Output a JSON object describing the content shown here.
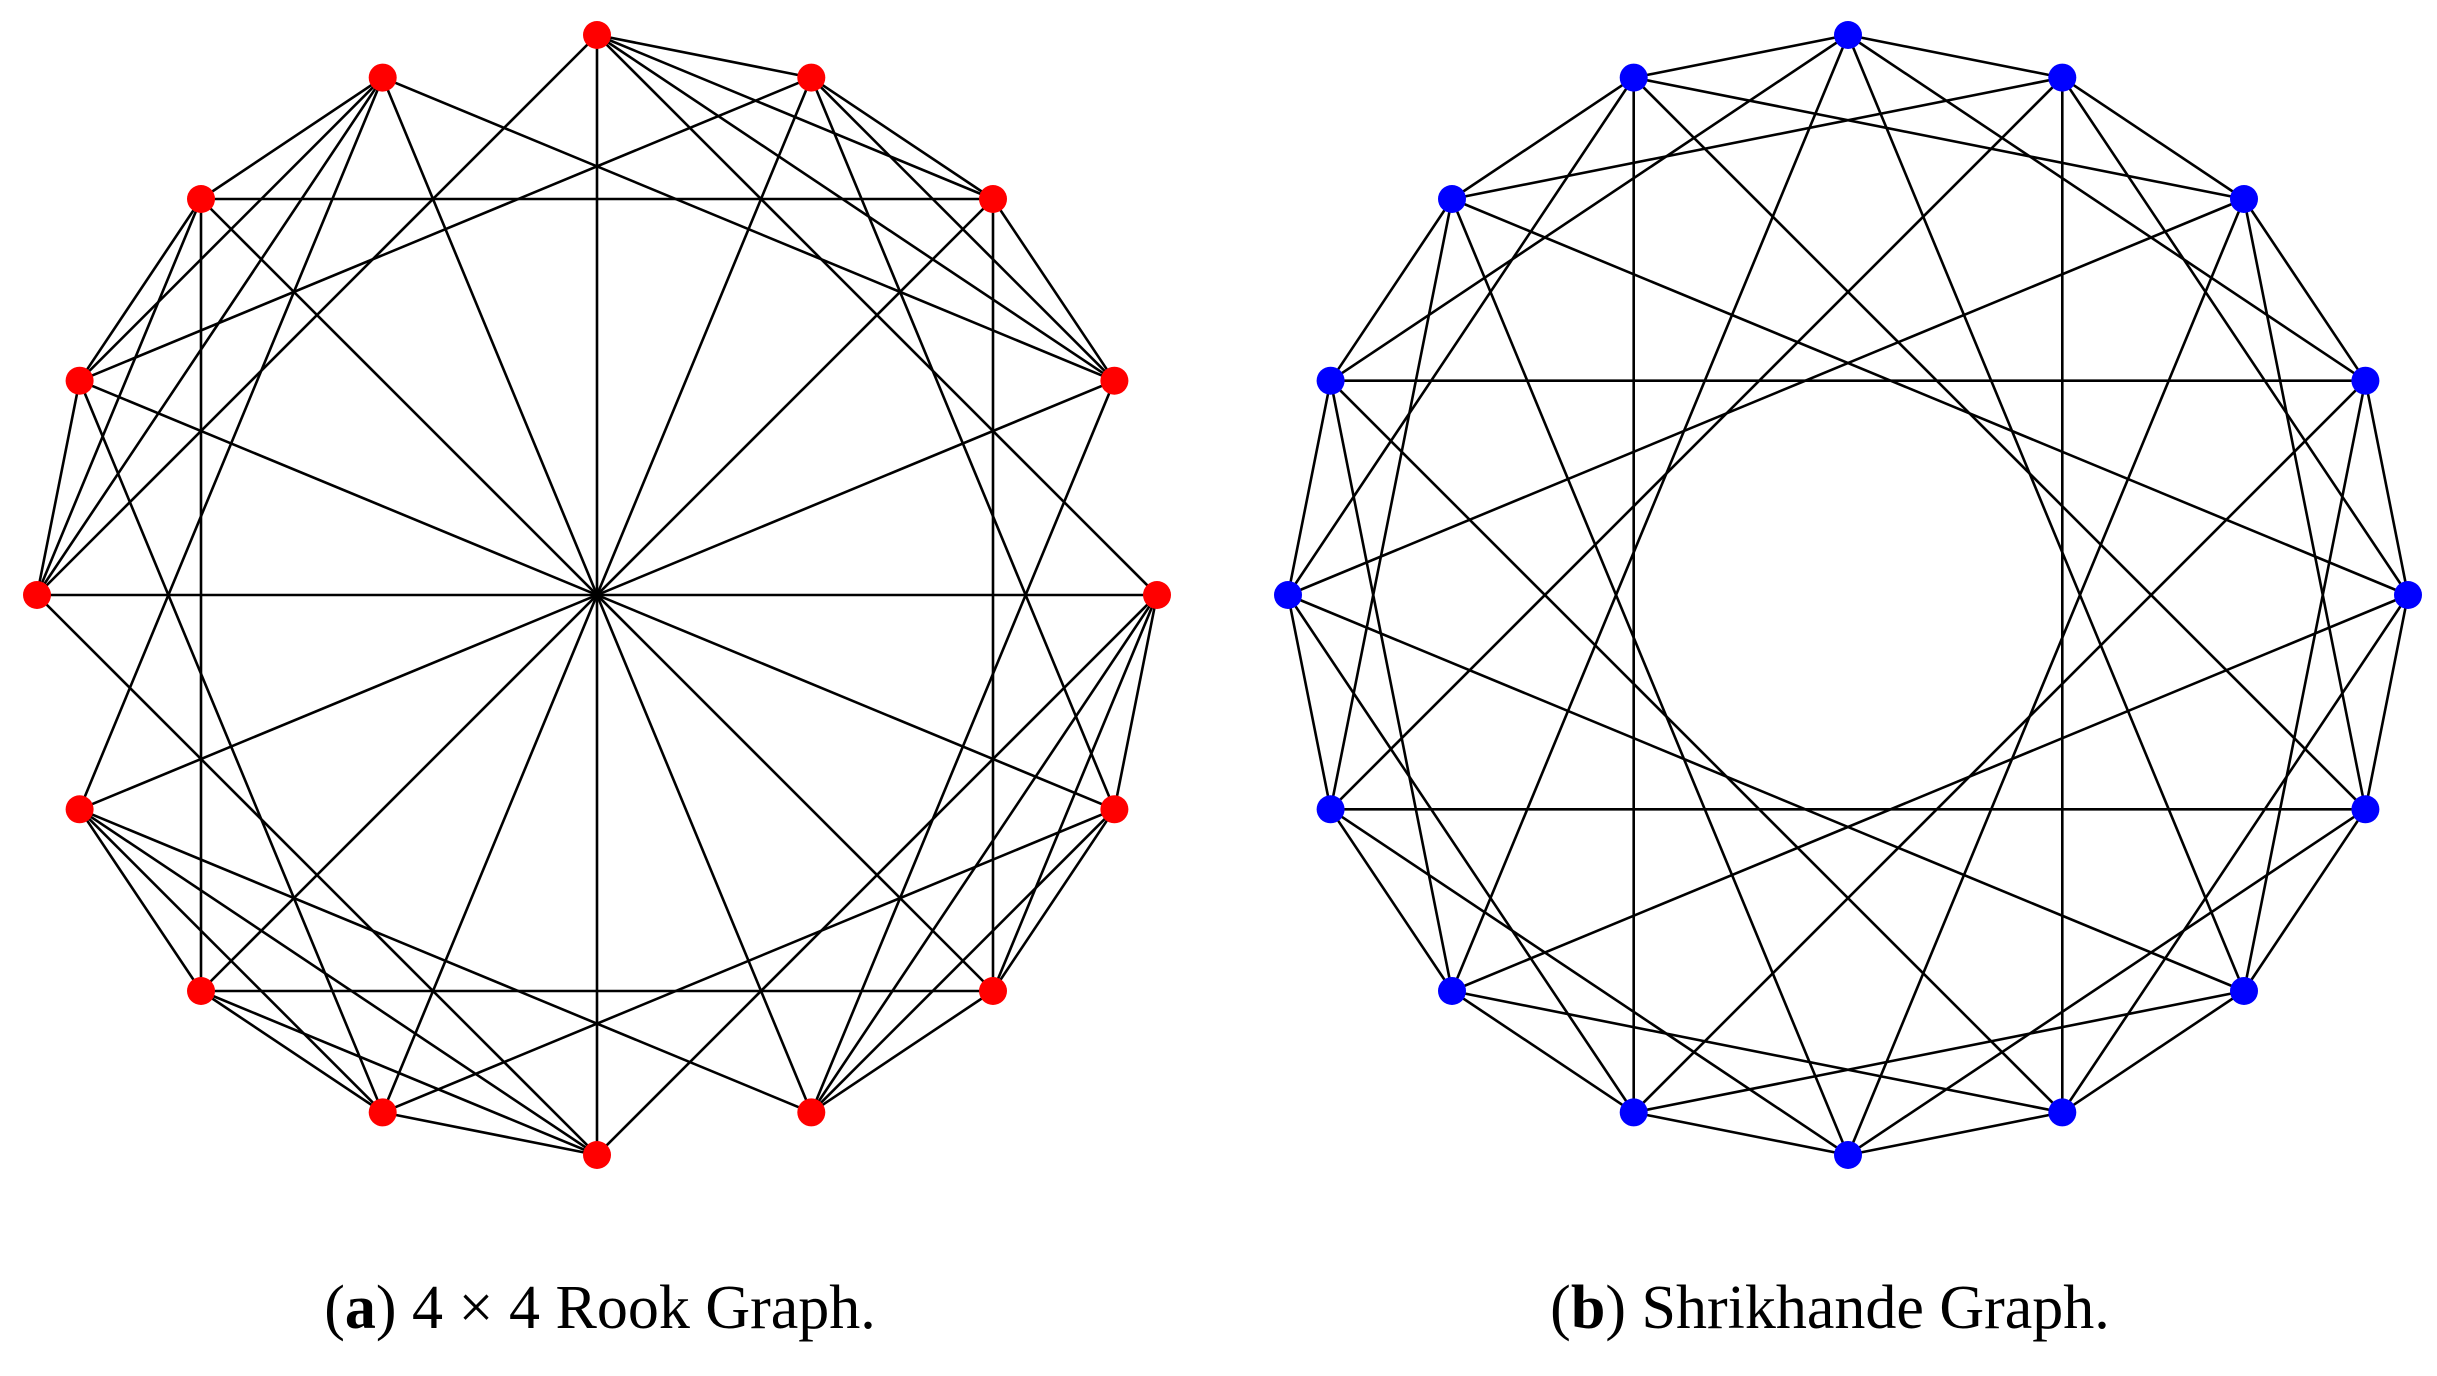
{
  "graphs": [
    {
      "id": "a",
      "caption": {
        "letter": "a",
        "text": "4 × 4 Rook Graph."
      },
      "node_color": "#ff0000",
      "node_count": 16,
      "edges": [
        [
          0,
          1
        ],
        [
          0,
          2
        ],
        [
          0,
          3
        ],
        [
          0,
          4
        ],
        [
          0,
          8
        ],
        [
          0,
          12
        ],
        [
          1,
          2
        ],
        [
          1,
          3
        ],
        [
          1,
          5
        ],
        [
          1,
          9
        ],
        [
          1,
          13
        ],
        [
          2,
          3
        ],
        [
          2,
          6
        ],
        [
          2,
          10
        ],
        [
          2,
          14
        ],
        [
          3,
          7
        ],
        [
          3,
          11
        ],
        [
          3,
          15
        ],
        [
          4,
          5
        ],
        [
          4,
          6
        ],
        [
          4,
          7
        ],
        [
          4,
          8
        ],
        [
          4,
          12
        ],
        [
          5,
          6
        ],
        [
          5,
          7
        ],
        [
          5,
          9
        ],
        [
          5,
          13
        ],
        [
          6,
          7
        ],
        [
          6,
          10
        ],
        [
          6,
          14
        ],
        [
          7,
          11
        ],
        [
          7,
          15
        ],
        [
          8,
          9
        ],
        [
          8,
          10
        ],
        [
          8,
          11
        ],
        [
          8,
          12
        ],
        [
          9,
          10
        ],
        [
          9,
          11
        ],
        [
          9,
          13
        ],
        [
          10,
          11
        ],
        [
          10,
          14
        ],
        [
          11,
          15
        ],
        [
          12,
          13
        ],
        [
          12,
          14
        ],
        [
          12,
          15
        ],
        [
          13,
          14
        ],
        [
          13,
          15
        ],
        [
          14,
          15
        ]
      ]
    },
    {
      "id": "b",
      "caption": {
        "letter": "b",
        "text": "Shrikhande Graph."
      },
      "node_color": "#0000ff",
      "node_count": 16,
      "edges": [
        [
          0,
          1
        ],
        [
          0,
          15
        ],
        [
          0,
          3
        ],
        [
          0,
          13
        ],
        [
          0,
          6
        ],
        [
          0,
          10
        ],
        [
          1,
          2
        ],
        [
          1,
          4
        ],
        [
          1,
          14
        ],
        [
          1,
          7
        ],
        [
          1,
          11
        ],
        [
          2,
          3
        ],
        [
          2,
          5
        ],
        [
          2,
          15
        ],
        [
          2,
          8
        ],
        [
          2,
          12
        ],
        [
          3,
          4
        ],
        [
          3,
          6
        ],
        [
          3,
          9
        ],
        [
          3,
          13
        ],
        [
          4,
          5
        ],
        [
          4,
          7
        ],
        [
          4,
          10
        ],
        [
          4,
          14
        ],
        [
          5,
          6
        ],
        [
          5,
          8
        ],
        [
          5,
          11
        ],
        [
          5,
          15
        ],
        [
          6,
          7
        ],
        [
          6,
          9
        ],
        [
          6,
          12
        ],
        [
          7,
          8
        ],
        [
          7,
          10
        ],
        [
          7,
          13
        ],
        [
          8,
          9
        ],
        [
          8,
          11
        ],
        [
          8,
          14
        ],
        [
          9,
          10
        ],
        [
          9,
          12
        ],
        [
          9,
          15
        ],
        [
          10,
          11
        ],
        [
          10,
          13
        ],
        [
          11,
          12
        ],
        [
          11,
          14
        ],
        [
          12,
          13
        ],
        [
          12,
          15
        ],
        [
          13,
          14
        ],
        [
          14,
          15
        ]
      ]
    }
  ]
}
